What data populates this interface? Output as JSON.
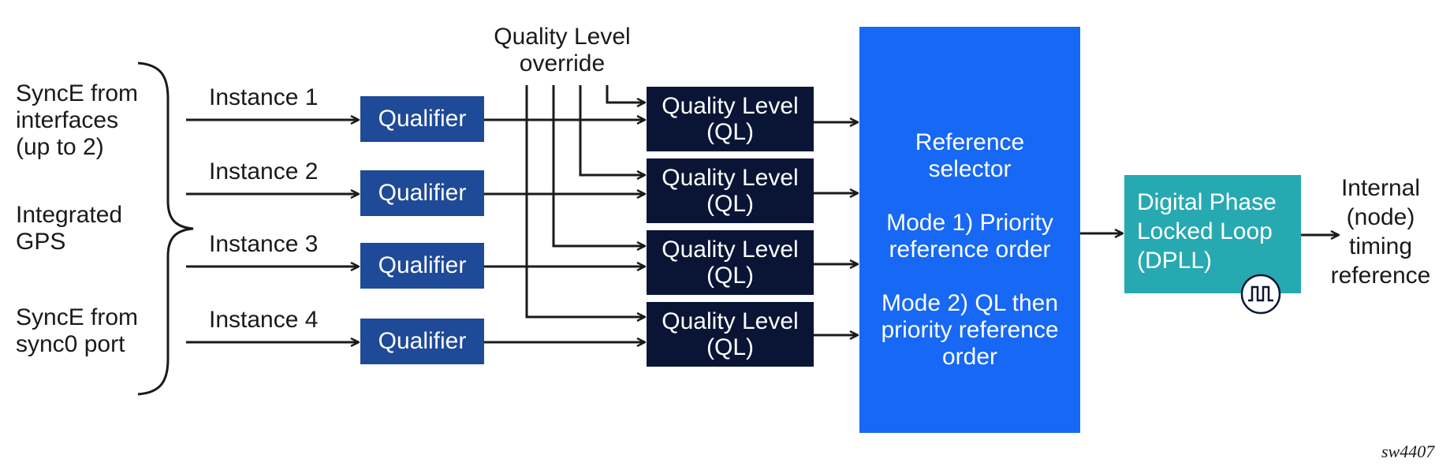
{
  "sources": {
    "synce_interfaces": "SyncE from\ninterfaces\n(up to 2)",
    "integrated_gps": "Integrated\nGPS",
    "synce_sync0": "SyncE from\nsync0 port"
  },
  "override_label": "Quality Level\noverride",
  "instances": [
    "Instance 1",
    "Instance 2",
    "Instance 3",
    "Instance 4"
  ],
  "qualifier_label": "Qualifier",
  "ql_label": "Quality Level\n(QL)",
  "reference_selector": "Reference\nselector\n\nMode 1) Priority\nreference order\n\nMode 2) QL then\npriority reference\norder",
  "dpll_label": "Digital Phase\nLocked Loop\n(DPLL)",
  "output_label": "Internal\n(node)\ntiming\nreference",
  "figure_id": "sw4407",
  "colors": {
    "qualifier": "#1f4a98",
    "quality_level": "#0a1536",
    "reference_selector": "#1668f5",
    "dpll": "#27a9b1",
    "lines": "#1a1a1a"
  },
  "icons": {
    "dpll_badge": "square-wave-icon"
  }
}
